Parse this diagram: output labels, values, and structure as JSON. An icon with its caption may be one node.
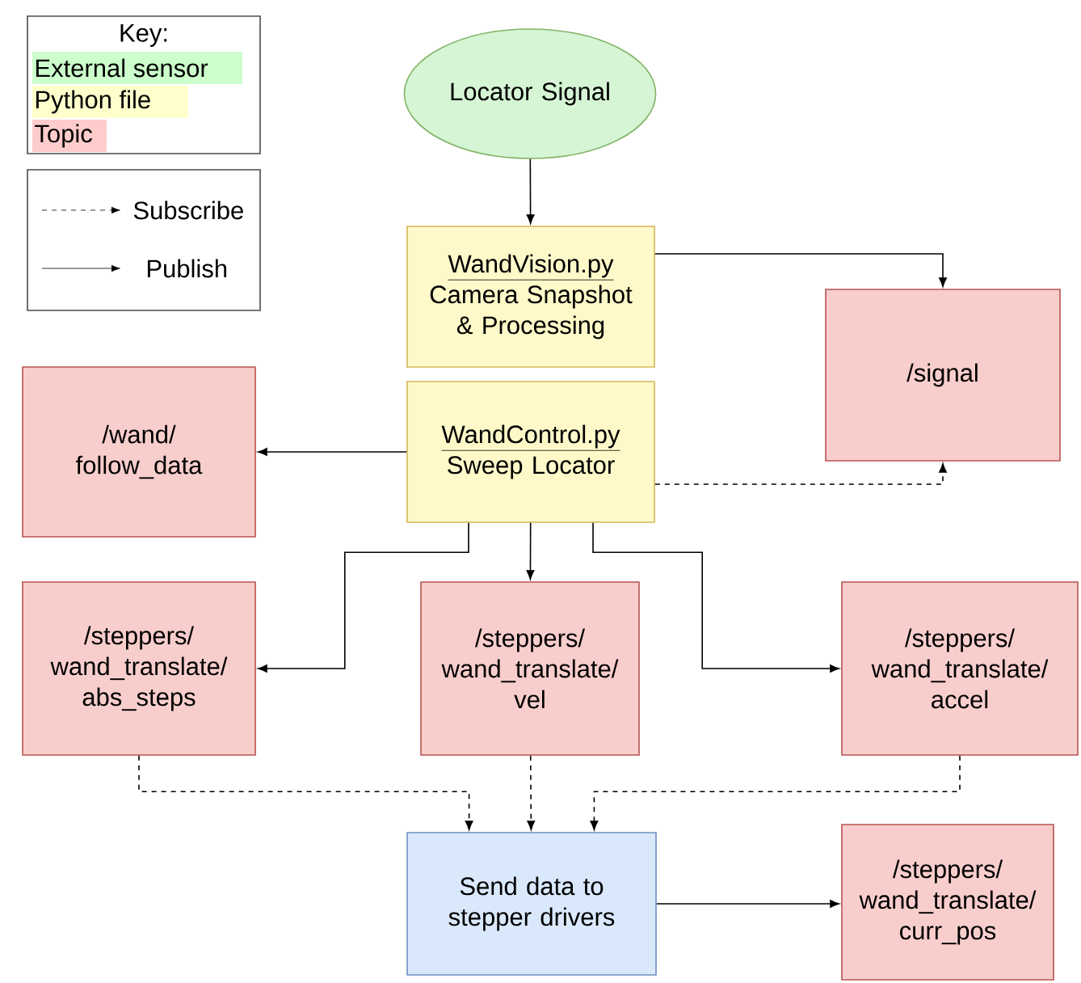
{
  "diagram": {
    "nodes": [
      {
        "text": [
          "Locator Signal"
        ]
      },
      {
        "text": [
          "WandVision.py",
          "Camera Snapshot & Processing"
        ]
      },
      {
        "text": [
          "/signal"
        ]
      },
      {
        "text": [
          "/wand/ follow_data"
        ]
      },
      {
        "text": [
          "WandControl.py",
          "Sweep Locator"
        ]
      },
      {
        "text": [
          "/steppers/ wand_translate/ abs_steps"
        ]
      },
      {
        "text": [
          "/steppers/ wand_translate/ vel"
        ]
      },
      {
        "text": [
          "/steppers/ wand_translate/ accel"
        ]
      },
      {
        "text": [
          "Send data to stepper drivers"
        ]
      },
      {
        "text": [
          "/steppers/ wand_translate/ curr_pos"
        ]
      }
    ],
    "edges": [
      {
        "from": 0,
        "to": 1,
        "arrow": "to"
      },
      {
        "from": 1,
        "to": 2,
        "arrow": "to"
      },
      {
        "from": 4,
        "to": 3,
        "arrow": "to"
      },
      {
        "from": 4,
        "to": 2,
        "arrow": "to",
        "style": "dashed"
      },
      {
        "from": 4,
        "to": 5,
        "arrow": "to"
      },
      {
        "from": 4,
        "to": 6,
        "arrow": "to"
      },
      {
        "from": 4,
        "to": 7,
        "arrow": "to"
      },
      {
        "from": 5,
        "to": 8,
        "arrow": "to",
        "style": "dashed"
      },
      {
        "from": 6,
        "to": 8,
        "arrow": "to",
        "style": "dashed"
      },
      {
        "from": 7,
        "to": 8,
        "arrow": "to",
        "style": "dashed"
      },
      {
        "from": 8,
        "to": 9,
        "arrow": "to"
      }
    ],
    "labels": [
      "Key:"
    ],
    "legend": [
      {
        "text": "External sensor",
        "color": "#ccffcc"
      },
      {
        "text": "Python file",
        "color": "#ffffcc"
      },
      {
        "text": "Topic",
        "color": "#ffcccc"
      },
      {
        "text": "Subscribe"
      },
      {
        "text": "Publish"
      }
    ]
  }
}
